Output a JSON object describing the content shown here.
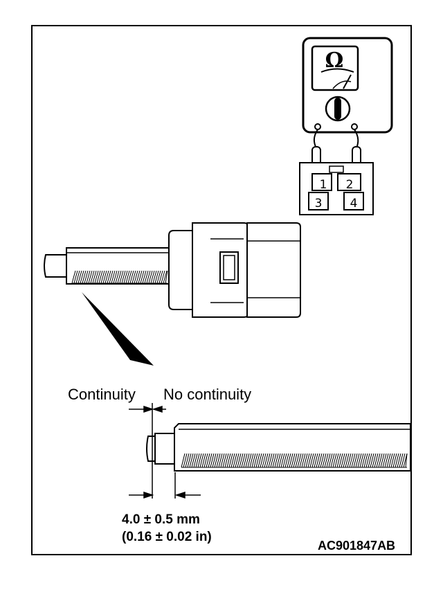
{
  "labels": {
    "continuity": "Continuity",
    "no_continuity": "No continuity",
    "dimension_mm": "4.0 ± 0.5 mm",
    "dimension_in": "(0.16 ± 0.02 in)",
    "figure_code": "AC901847AB"
  },
  "meter": {
    "symbol": "Ω"
  },
  "connector_pins": [
    "1",
    "2",
    "3",
    "4"
  ]
}
